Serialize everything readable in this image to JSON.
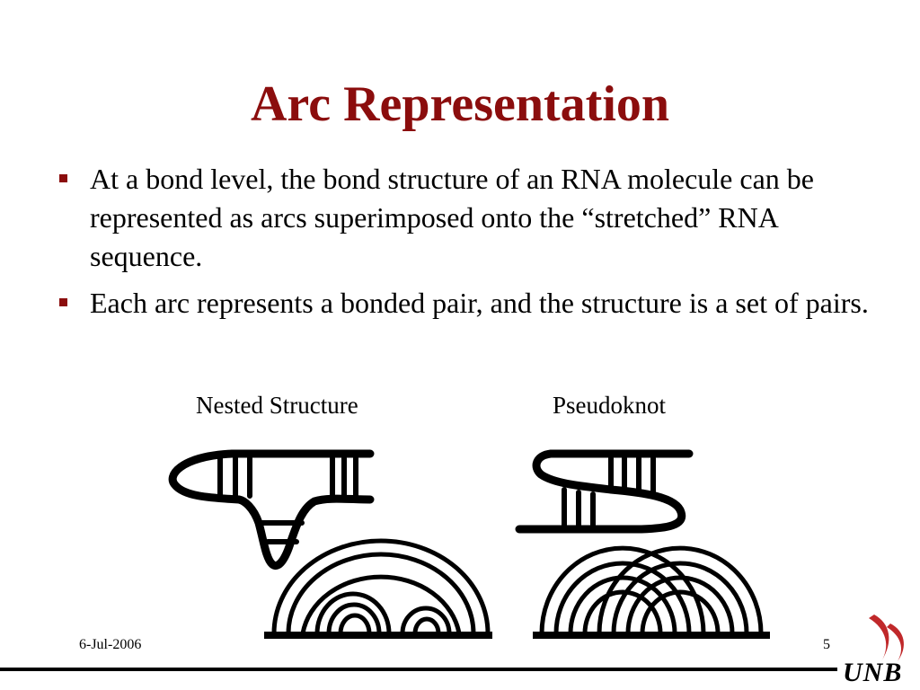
{
  "slide": {
    "title": "Arc Representation",
    "bullets": [
      "At a bond level, the bond structure of an RNA molecule can be represented as arcs superimposed onto the “stretched” RNA sequence.",
      "Each arc represents a bonded pair, and the structure is a set of pairs."
    ],
    "captions": {
      "nested": "Nested  Structure",
      "pseudoknot": "Pseudoknot"
    }
  },
  "footer": {
    "date": "6-Jul-2006",
    "page": "5",
    "logo_text": "UNB"
  },
  "colors": {
    "title": "#8b0d0d",
    "bullet_marker": "#8b0d0d",
    "logo_mark": "#c0282a"
  }
}
